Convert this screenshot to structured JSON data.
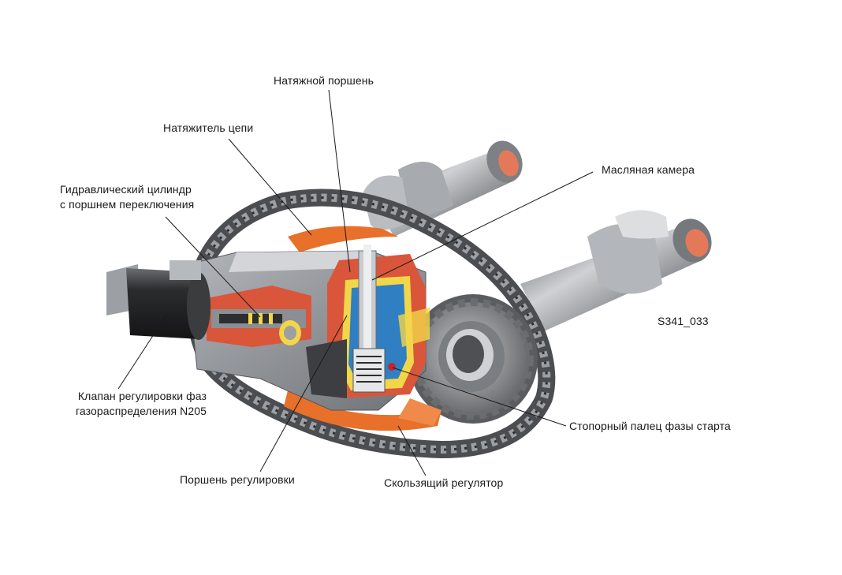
{
  "labels": {
    "tension_piston": "Натяжной поршень",
    "chain_tensioner": "Натяжитель цепи",
    "oil_chamber": "Масляная камера",
    "hydraulic_cylinder_line1": "Гидравлический цилиндр",
    "hydraulic_cylinder_line2": "с поршнем переключения",
    "figure_code": "S341_033",
    "valve_line1": "Клапан регулировки фаз",
    "valve_line2": "газораспределения N205",
    "locking_pin": "Стопорный палец фазы старта",
    "adjust_piston": "Поршень регулировки",
    "sliding_regulator": "Скользящий регулятор"
  },
  "colors": {
    "orange": "#e8702a",
    "metal_dark": "#3a3a3c",
    "metal_mid": "#8a8d91",
    "metal_light": "#c9cbce",
    "cut_red": "#d9563a",
    "yellow": "#f2d64a",
    "blue": "#2f7fc2",
    "leader": "#1a1a1a"
  }
}
